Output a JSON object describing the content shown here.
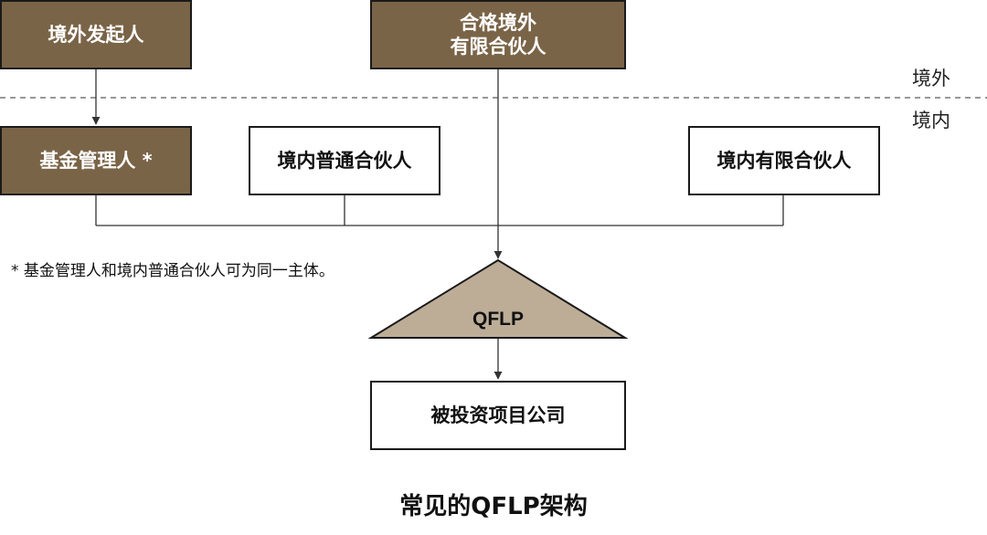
{
  "nodes": {
    "offshore_sponsor": "境外发起人",
    "qualified_offshore_lp": "合格境外\n有限合伙人",
    "fund_manager": "基金管理人 *",
    "domestic_gp": "境内普通合伙人",
    "domestic_lp": "境内有限合伙人",
    "qflp": "QFLP",
    "portfolio_company": "被投资项目公司"
  },
  "regions": {
    "offshore": "境外",
    "onshore": "境内"
  },
  "note": "* 基金管理人和境内普通合伙人可为同一主体。",
  "caption": "常见的QFLP架构",
  "colors": {
    "dark_box": "#7a6447",
    "qflp_fill": "#bdad97",
    "border": "#1a1a1a"
  }
}
